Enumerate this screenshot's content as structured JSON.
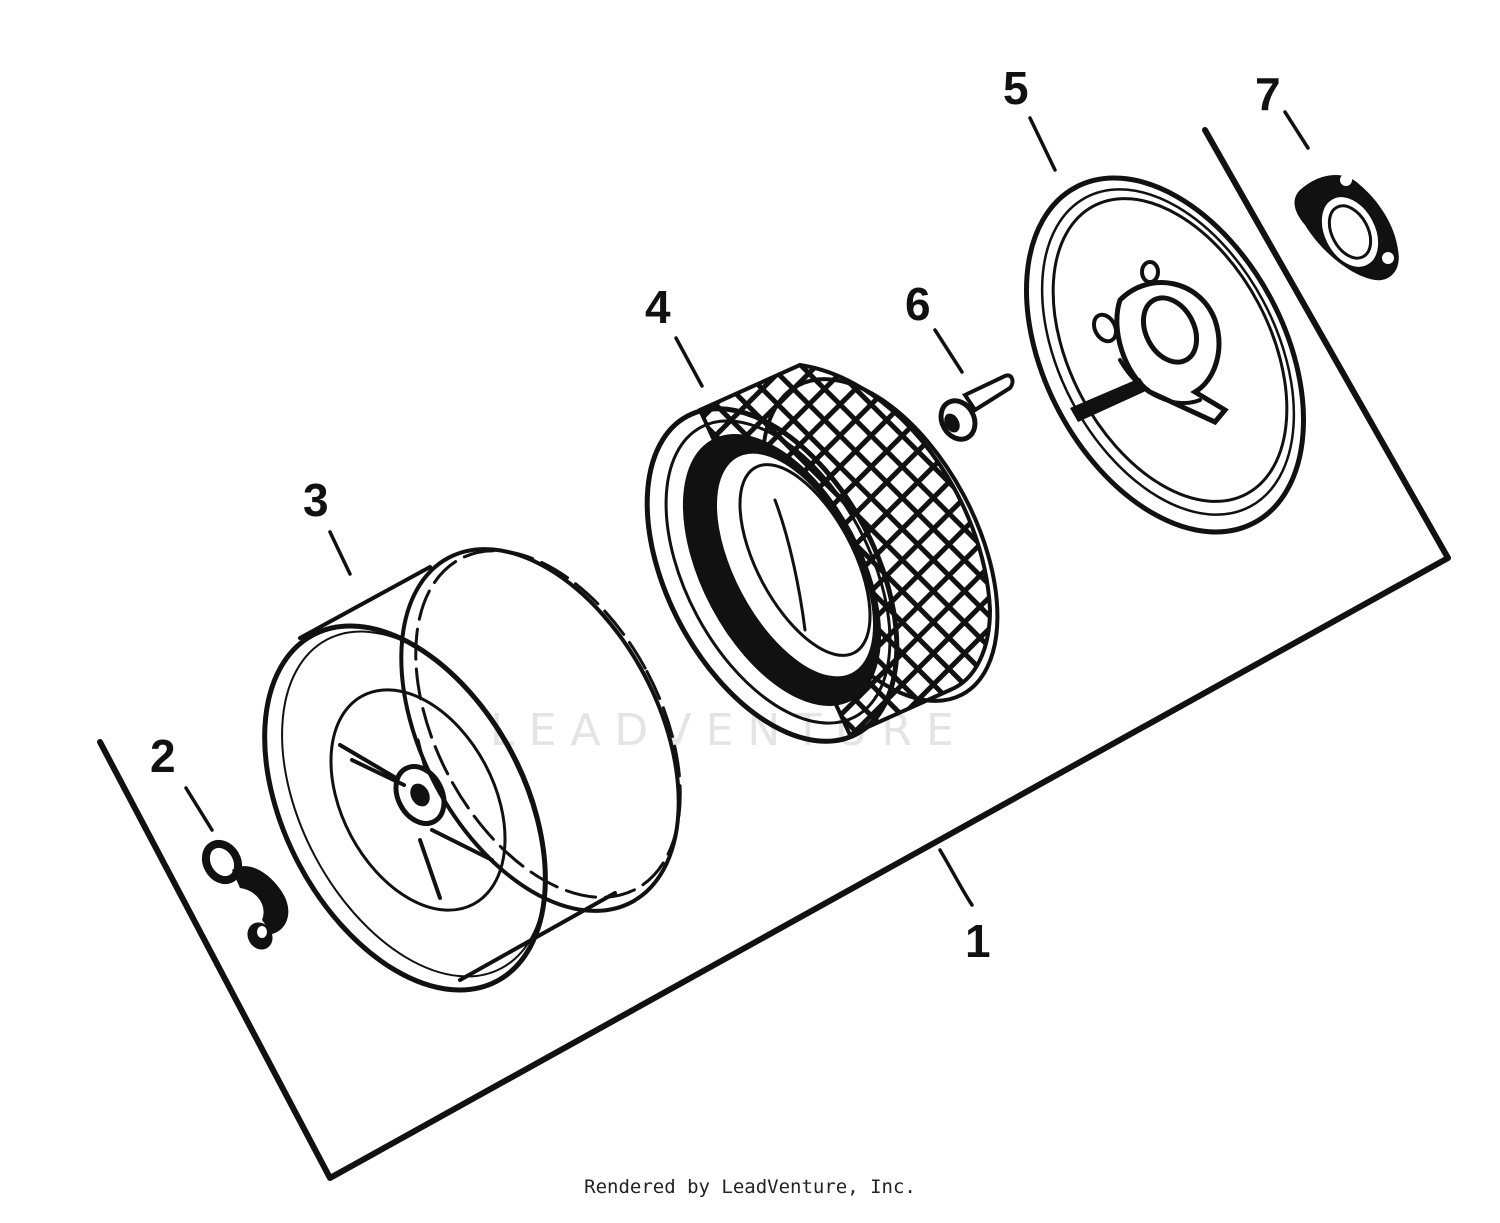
{
  "callouts": {
    "part_1": "1",
    "part_2": "2",
    "part_3": "3",
    "part_4": "4",
    "part_5": "5",
    "part_6": "6",
    "part_7": "7"
  },
  "watermark": "LEADVENTURE",
  "credit": "Rendered by LeadVenture, Inc.",
  "colors": {
    "ink": "#111111",
    "background": "#ffffff",
    "watermark": "#e4e4e4"
  }
}
